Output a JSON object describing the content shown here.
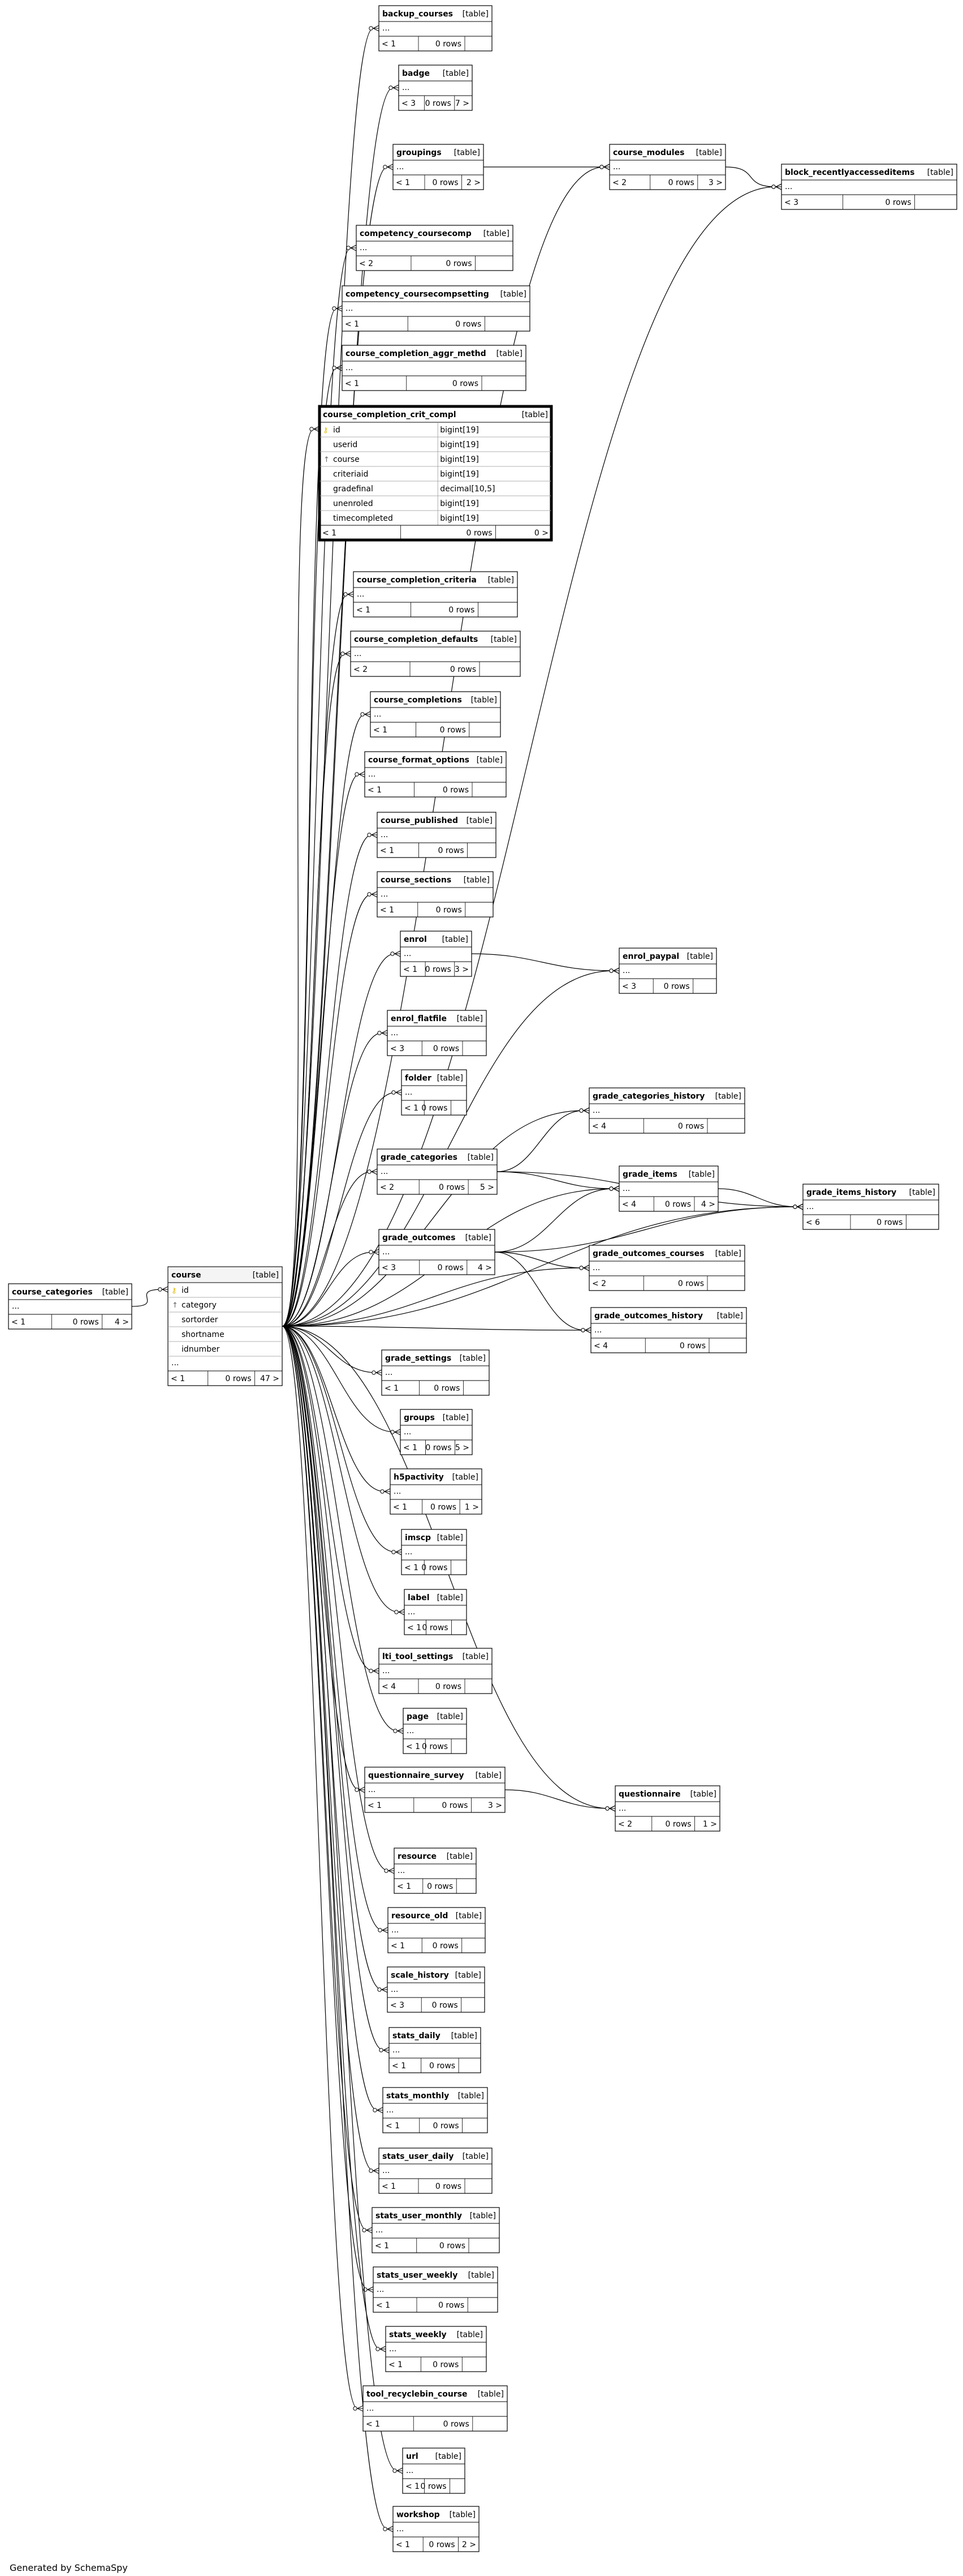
{
  "type_label": "[table]",
  "footer": "Generated by SchemaSpy",
  "tables": [
    {
      "key": "backup_courses",
      "name": "backup_courses",
      "prev": "< 1",
      "rows": "0 rows",
      "next": ""
    },
    {
      "key": "badge",
      "name": "badge",
      "prev": "< 3",
      "rows": "0 rows",
      "next": "7 >"
    },
    {
      "key": "groupings",
      "name": "groupings",
      "prev": "< 1",
      "rows": "0 rows",
      "next": "2 >"
    },
    {
      "key": "course_modules",
      "name": "course_modules",
      "prev": "< 2",
      "rows": "0 rows",
      "next": "3 >"
    },
    {
      "key": "block_recentlyaccesseditems",
      "name": "block_recentlyaccesseditems",
      "prev": "< 3",
      "rows": "0 rows",
      "next": ""
    },
    {
      "key": "competency_coursecomp",
      "name": "competency_coursecomp",
      "prev": "< 2",
      "rows": "0 rows",
      "next": ""
    },
    {
      "key": "competency_coursecompsetting",
      "name": "competency_coursecompsetting",
      "prev": "< 1",
      "rows": "0 rows",
      "next": ""
    },
    {
      "key": "course_completion_aggr_methd",
      "name": "course_completion_aggr_methd",
      "prev": "< 1",
      "rows": "0 rows",
      "next": ""
    },
    {
      "key": "course_completion_crit_compl",
      "name": "course_completion_crit_compl",
      "prev": "< 1",
      "rows": "0 rows",
      "next": "0 >",
      "columns": [
        {
          "name": "id",
          "type": "bigint[19]",
          "key": "pk"
        },
        {
          "name": "userid",
          "type": "bigint[19]",
          "key": ""
        },
        {
          "name": "course",
          "type": "bigint[19]",
          "key": "fk"
        },
        {
          "name": "criteriaid",
          "type": "bigint[19]",
          "key": ""
        },
        {
          "name": "gradefinal",
          "type": "decimal[10,5]",
          "key": ""
        },
        {
          "name": "unenroled",
          "type": "bigint[19]",
          "key": ""
        },
        {
          "name": "timecompleted",
          "type": "bigint[19]",
          "key": ""
        }
      ]
    },
    {
      "key": "course_completion_criteria",
      "name": "course_completion_criteria",
      "prev": "< 1",
      "rows": "0 rows",
      "next": ""
    },
    {
      "key": "course_completion_defaults",
      "name": "course_completion_defaults",
      "prev": "< 2",
      "rows": "0 rows",
      "next": ""
    },
    {
      "key": "course_completions",
      "name": "course_completions",
      "prev": "< 1",
      "rows": "0 rows",
      "next": ""
    },
    {
      "key": "course_format_options",
      "name": "course_format_options",
      "prev": "< 1",
      "rows": "0 rows",
      "next": ""
    },
    {
      "key": "course_published",
      "name": "course_published",
      "prev": "< 1",
      "rows": "0 rows",
      "next": ""
    },
    {
      "key": "course_sections",
      "name": "course_sections",
      "prev": "< 1",
      "rows": "0 rows",
      "next": ""
    },
    {
      "key": "enrol",
      "name": "enrol",
      "prev": "< 1",
      "rows": "0 rows",
      "next": "3 >"
    },
    {
      "key": "enrol_paypal",
      "name": "enrol_paypal",
      "prev": "< 3",
      "rows": "0 rows",
      "next": ""
    },
    {
      "key": "enrol_flatfile",
      "name": "enrol_flatfile",
      "prev": "< 3",
      "rows": "0 rows",
      "next": ""
    },
    {
      "key": "folder",
      "name": "folder",
      "prev": "< 1",
      "rows": "0 rows",
      "next": ""
    },
    {
      "key": "grade_categories_history",
      "name": "grade_categories_history",
      "prev": "< 4",
      "rows": "0 rows",
      "next": ""
    },
    {
      "key": "grade_categories",
      "name": "grade_categories",
      "prev": "< 2",
      "rows": "0 rows",
      "next": "5 >"
    },
    {
      "key": "grade_items",
      "name": "grade_items",
      "prev": "< 4",
      "rows": "0 rows",
      "next": "4 >"
    },
    {
      "key": "grade_items_history",
      "name": "grade_items_history",
      "prev": "< 6",
      "rows": "0 rows",
      "next": ""
    },
    {
      "key": "grade_outcomes",
      "name": "grade_outcomes",
      "prev": "< 3",
      "rows": "0 rows",
      "next": "4 >"
    },
    {
      "key": "grade_outcomes_courses",
      "name": "grade_outcomes_courses",
      "prev": "< 2",
      "rows": "0 rows",
      "next": ""
    },
    {
      "key": "grade_outcomes_history",
      "name": "grade_outcomes_history",
      "prev": "< 4",
      "rows": "0 rows",
      "next": ""
    },
    {
      "key": "course_categories",
      "name": "course_categories",
      "prev": "< 1",
      "rows": "0 rows",
      "next": "4 >"
    },
    {
      "key": "course",
      "name": "course",
      "prev": "< 1",
      "rows": "0 rows",
      "next": "47 >",
      "columns": [
        {
          "name": "id",
          "type": "",
          "key": "pk"
        },
        {
          "name": "category",
          "type": "",
          "key": "fk"
        },
        {
          "name": "sortorder",
          "type": "",
          "key": ""
        },
        {
          "name": "shortname",
          "type": "",
          "key": ""
        },
        {
          "name": "idnumber",
          "type": "",
          "key": ""
        }
      ]
    },
    {
      "key": "grade_settings",
      "name": "grade_settings",
      "prev": "< 1",
      "rows": "0 rows",
      "next": ""
    },
    {
      "key": "groups",
      "name": "groups",
      "prev": "< 1",
      "rows": "0 rows",
      "next": "5 >"
    },
    {
      "key": "h5pactivity",
      "name": "h5pactivity",
      "prev": "< 1",
      "rows": "0 rows",
      "next": "1 >"
    },
    {
      "key": "imscp",
      "name": "imscp",
      "prev": "< 1",
      "rows": "0 rows",
      "next": ""
    },
    {
      "key": "label",
      "name": "label",
      "prev": "< 1",
      "rows": "0 rows",
      "next": ""
    },
    {
      "key": "lti_tool_settings",
      "name": "lti_tool_settings",
      "prev": "< 4",
      "rows": "0 rows",
      "next": ""
    },
    {
      "key": "page",
      "name": "page",
      "prev": "< 1",
      "rows": "0 rows",
      "next": ""
    },
    {
      "key": "questionnaire_survey",
      "name": "questionnaire_survey",
      "prev": "< 1",
      "rows": "0 rows",
      "next": "3 >"
    },
    {
      "key": "questionnaire",
      "name": "questionnaire",
      "prev": "< 2",
      "rows": "0 rows",
      "next": "1 >"
    },
    {
      "key": "resource",
      "name": "resource",
      "prev": "< 1",
      "rows": "0 rows",
      "next": ""
    },
    {
      "key": "resource_old",
      "name": "resource_old",
      "prev": "< 1",
      "rows": "0 rows",
      "next": ""
    },
    {
      "key": "scale_history",
      "name": "scale_history",
      "prev": "< 3",
      "rows": "0 rows",
      "next": ""
    },
    {
      "key": "stats_daily",
      "name": "stats_daily",
      "prev": "< 1",
      "rows": "0 rows",
      "next": ""
    },
    {
      "key": "stats_monthly",
      "name": "stats_monthly",
      "prev": "< 1",
      "rows": "0 rows",
      "next": ""
    },
    {
      "key": "stats_user_daily",
      "name": "stats_user_daily",
      "prev": "< 1",
      "rows": "0 rows",
      "next": ""
    },
    {
      "key": "stats_user_monthly",
      "name": "stats_user_monthly",
      "prev": "< 1",
      "rows": "0 rows",
      "next": ""
    },
    {
      "key": "stats_user_weekly",
      "name": "stats_user_weekly",
      "prev": "< 1",
      "rows": "0 rows",
      "next": ""
    },
    {
      "key": "stats_weekly",
      "name": "stats_weekly",
      "prev": "< 1",
      "rows": "0 rows",
      "next": ""
    },
    {
      "key": "tool_recyclebin_course",
      "name": "tool_recyclebin_course",
      "prev": "< 1",
      "rows": "0 rows",
      "next": ""
    },
    {
      "key": "url",
      "name": "url",
      "prev": "< 1",
      "rows": "0 rows",
      "next": ""
    },
    {
      "key": "workshop",
      "name": "workshop",
      "prev": "< 1",
      "rows": "0 rows",
      "next": "2 >"
    }
  ],
  "relations": [
    [
      "course_categories",
      "course"
    ],
    [
      "course",
      "backup_courses"
    ],
    [
      "course",
      "badge"
    ],
    [
      "course",
      "groupings"
    ],
    [
      "course",
      "course_modules"
    ],
    [
      "groupings",
      "course_modules"
    ],
    [
      "course_modules",
      "block_recentlyaccesseditems"
    ],
    [
      "course",
      "block_recentlyaccesseditems"
    ],
    [
      "course",
      "competency_coursecomp"
    ],
    [
      "course",
      "competency_coursecompsetting"
    ],
    [
      "course",
      "course_completion_aggr_methd"
    ],
    [
      "course",
      "course_completion_crit_compl"
    ],
    [
      "course",
      "course_completion_criteria"
    ],
    [
      "course",
      "course_completion_defaults"
    ],
    [
      "course",
      "course_completions"
    ],
    [
      "course",
      "course_format_options"
    ],
    [
      "course",
      "course_published"
    ],
    [
      "course",
      "course_sections"
    ],
    [
      "course",
      "enrol"
    ],
    [
      "enrol",
      "enrol_paypal"
    ],
    [
      "course",
      "enrol_paypal"
    ],
    [
      "course",
      "enrol_flatfile"
    ],
    [
      "course",
      "folder"
    ],
    [
      "course",
      "grade_categories"
    ],
    [
      "grade_categories",
      "grade_categories_history"
    ],
    [
      "course",
      "grade_categories_history"
    ],
    [
      "grade_categories",
      "grade_items"
    ],
    [
      "grade_categories",
      "grade_items_history"
    ],
    [
      "grade_items",
      "grade_items_history"
    ],
    [
      "course",
      "grade_items"
    ],
    [
      "course",
      "grade_items_history"
    ],
    [
      "course",
      "grade_outcomes"
    ],
    [
      "grade_outcomes",
      "grade_items"
    ],
    [
      "grade_outcomes",
      "grade_items_history"
    ],
    [
      "grade_outcomes",
      "grade_outcomes_courses"
    ],
    [
      "grade_outcomes",
      "grade_outcomes_history"
    ],
    [
      "course",
      "grade_outcomes_courses"
    ],
    [
      "course",
      "grade_outcomes_history"
    ],
    [
      "course",
      "grade_settings"
    ],
    [
      "course",
      "groups"
    ],
    [
      "course",
      "h5pactivity"
    ],
    [
      "course",
      "imscp"
    ],
    [
      "course",
      "label"
    ],
    [
      "course",
      "lti_tool_settings"
    ],
    [
      "course",
      "page"
    ],
    [
      "course",
      "questionnaire_survey"
    ],
    [
      "questionnaire_survey",
      "questionnaire"
    ],
    [
      "course",
      "questionnaire"
    ],
    [
      "course",
      "resource"
    ],
    [
      "course",
      "resource_old"
    ],
    [
      "course",
      "scale_history"
    ],
    [
      "course",
      "stats_daily"
    ],
    [
      "course",
      "stats_monthly"
    ],
    [
      "course",
      "stats_user_daily"
    ],
    [
      "course",
      "stats_user_monthly"
    ],
    [
      "course",
      "stats_user_weekly"
    ],
    [
      "course",
      "stats_weekly"
    ],
    [
      "course",
      "tool_recyclebin_course"
    ],
    [
      "course",
      "url"
    ],
    [
      "course",
      "workshop"
    ]
  ]
}
